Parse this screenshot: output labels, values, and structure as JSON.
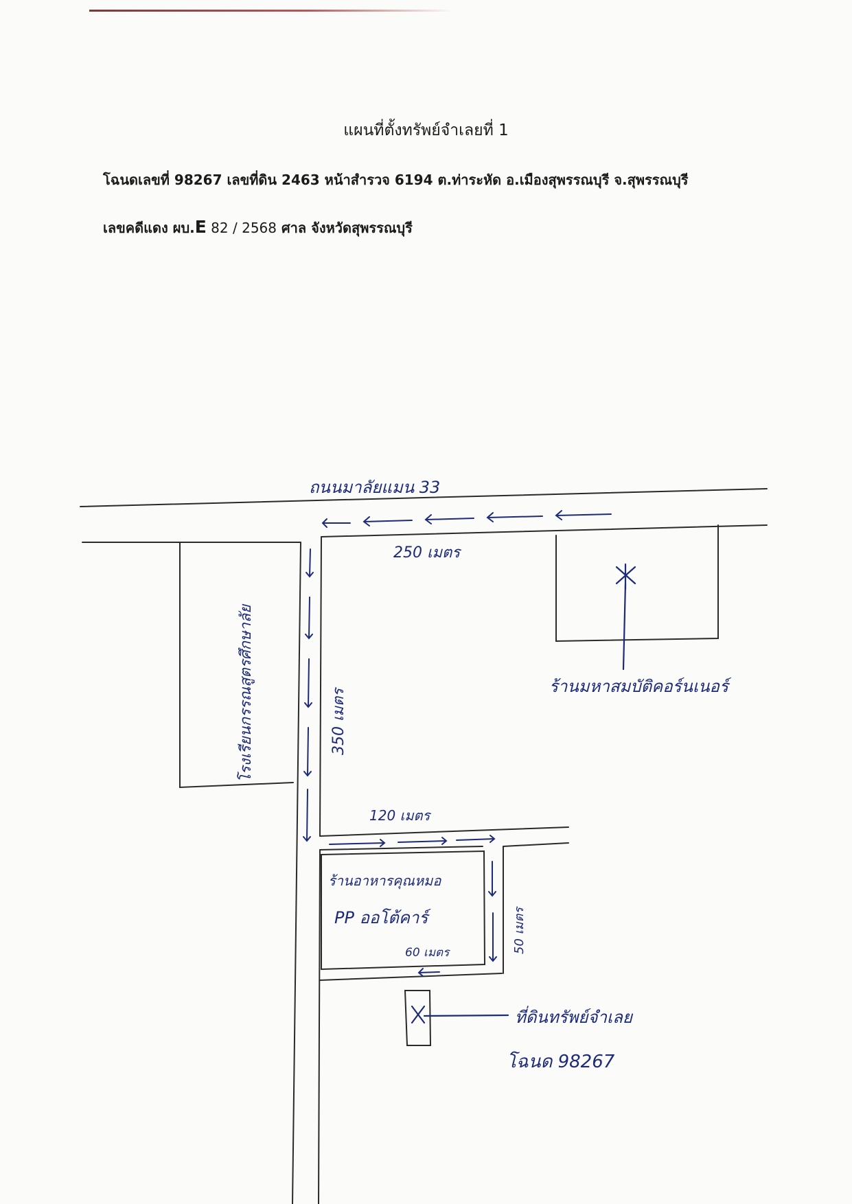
{
  "header": {
    "title": "แผนที่ตั้งทรัพย์จำเลยที่ 1",
    "deed_line": "โฉนดเลขที่ 98267 เลขที่ดิน 2463 หน้าสำรวจ 6194 ต.ท่าระหัด อ.เมืองสุพรรณบุรี จ.สุพรรณบุรี",
    "case_prefix": "เลขคดีแดง ผบ.",
    "case_letter": "E",
    "case_number": " 82 / 2568",
    "case_court": "  ศาล จังหวัดสุพรรณบุรี"
  },
  "map": {
    "ink_color": "#1c2a78",
    "road_label": "ถนนมาลัยแมน 33",
    "top_distance": "250 เมตร",
    "side_distance": "350 เมตร",
    "mid_distance": "120 เมตร",
    "small_distance_v": "50 เมตร",
    "small_distance_h": "60 เมตร",
    "left_building": "โรงเรียนกรรณสูตรศึกษาลัย",
    "right_landmark": "ร้านมหาสมบัติคอร์นเนอร์",
    "lower_block_line1": "ร้านอาหารคุณหมอ",
    "lower_block_line2": "PP ออโต้คาร์",
    "target_label": "ที่ดินทรัพย์จำเลย",
    "target_deed": "โฉนด 98267"
  }
}
